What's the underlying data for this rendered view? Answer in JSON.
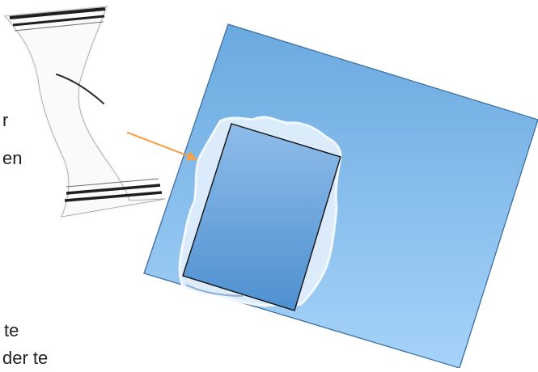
{
  "text_fragments": [
    "r",
    "en",
    "te",
    "der te"
  ],
  "colors": {
    "background": "#ffffff",
    "sheet_light": "#a6d3f8",
    "sheet_dark": "#6aa9e0",
    "sheet_stroke": "#3d6fa0",
    "slide_light": "#8fbce9",
    "slide_dark": "#4e90d1",
    "water_film": "#d8e9fb",
    "arrow": "#f4a24a",
    "tissue_stripe": "#1f1f1f",
    "text": "#222222"
  },
  "icons": {
    "tissue": "paper-tissue-icon",
    "arrow": "pointer-arrow-icon"
  }
}
